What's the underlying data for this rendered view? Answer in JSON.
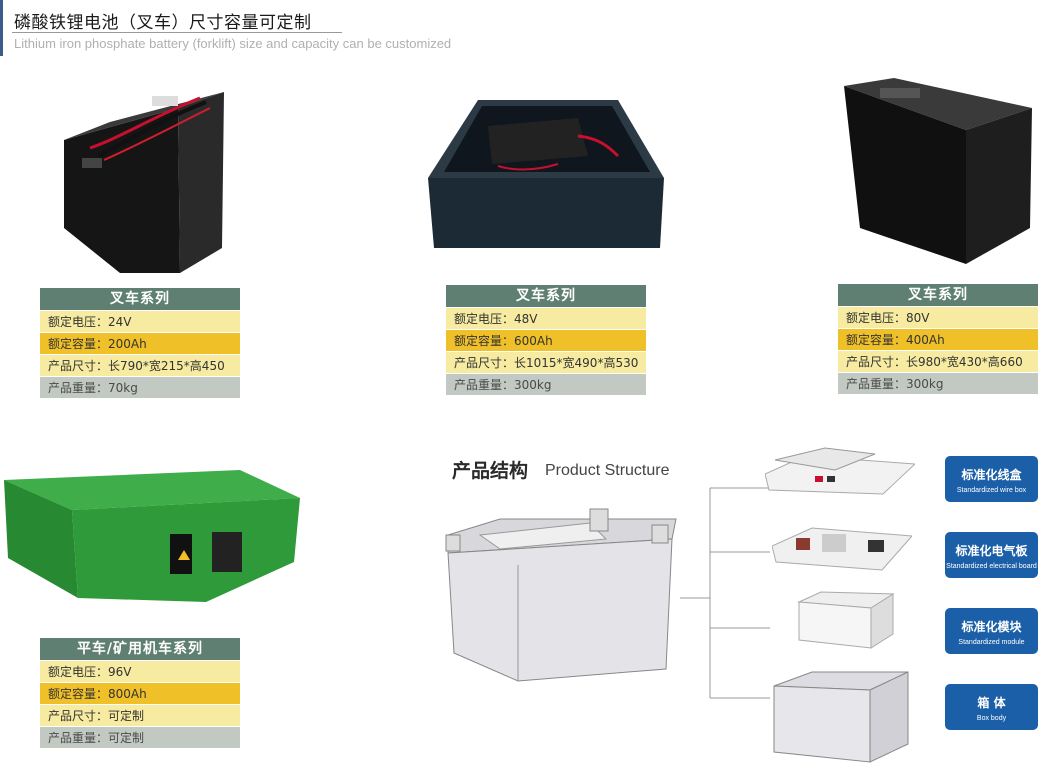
{
  "header": {
    "title": "磷酸铁锂电池（叉车）尺寸容量可定制",
    "subtitle": "Lithium iron phosphate battery (forklift) size and capacity can be customized"
  },
  "products": [
    {
      "series": "叉车系列",
      "voltage": "额定电压：24V",
      "capacity": "额定容量：200Ah",
      "size": "产品尺寸：长790*宽215*高450",
      "weight": "产品重量：70kg"
    },
    {
      "series": "叉车系列",
      "voltage": "额定电压：48V",
      "capacity": "额定容量：600Ah",
      "size": "产品尺寸：长1015*宽490*高530",
      "weight": "产品重量：300kg"
    },
    {
      "series": "叉车系列",
      "voltage": "额定电压：80V",
      "capacity": "额定容量：400Ah",
      "size": "产品尺寸：长980*宽430*高660",
      "weight": "产品重量：300kg"
    },
    {
      "series": "平车/矿用机车系列",
      "voltage": "额定电压：96V",
      "capacity": "额定容量：800Ah",
      "size": "产品尺寸：可定制",
      "weight": "产品重量：可定制"
    }
  ],
  "structure": {
    "title_cn": "产品结构",
    "title_en": "Product Structure",
    "components": [
      {
        "cn": "标准化线盒",
        "en": "Standardized wire box"
      },
      {
        "cn": "标准化电气板",
        "en": "Standardized electrical board"
      },
      {
        "cn": "标准化模块",
        "en": "Standardized module"
      },
      {
        "cn": "箱 体",
        "en": "Box body"
      }
    ]
  },
  "colors": {
    "series_header": "#5e7f72",
    "row_light": "#f6eba0",
    "row_gold": "#f0c028",
    "row_grey": "#c2c9c2",
    "button_blue": "#1a5fa8",
    "green_battery": "#2e9a3a"
  }
}
